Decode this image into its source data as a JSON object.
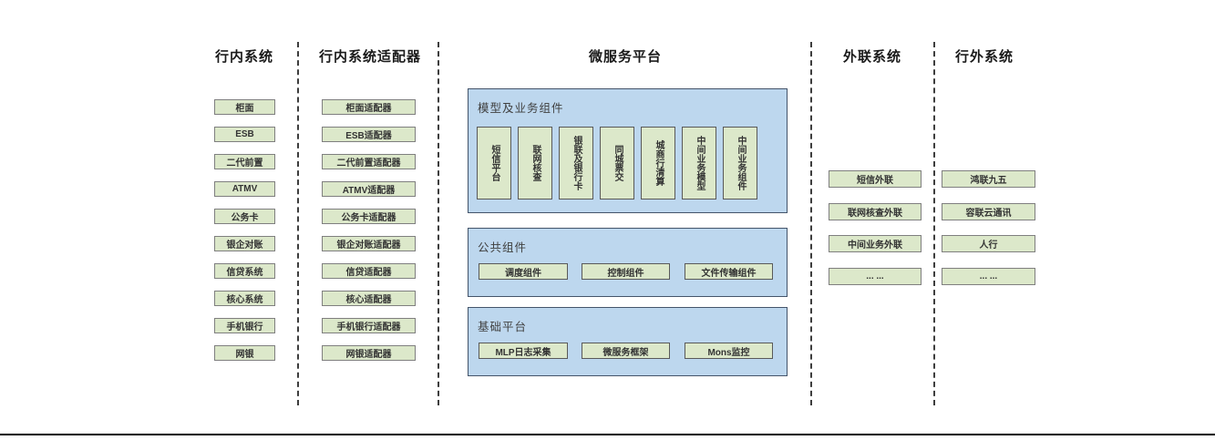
{
  "diagram": {
    "col_internal": {
      "title": "行内系统",
      "items": [
        "柜面",
        "ESB",
        "二代前置",
        "ATMV",
        "公务卡",
        "银企对账",
        "信贷系统",
        "核心系统",
        "手机银行",
        "网银"
      ]
    },
    "col_adapters": {
      "title": "行内系统适配器",
      "items": [
        "柜面适配器",
        "ESB适配器",
        "二代前置适配器",
        "ATMV适配器",
        "公务卡适配器",
        "银企对账适配器",
        "信贷适配器",
        "核心适配器",
        "手机银行适配器",
        "网银适配器"
      ]
    },
    "platform": {
      "title": "微服务平台",
      "model_section": {
        "title": "模型及业务组件",
        "items": [
          "短信平台",
          "联网核查",
          "银联及银行卡",
          "同城票交",
          "城商行清算",
          "中间业务模型",
          "中间业务组件"
        ]
      },
      "common_section": {
        "title": "公共组件",
        "items": [
          "调度组件",
          "控制组件",
          "文件传输组件"
        ]
      },
      "base_section": {
        "title": "基础平台",
        "items": [
          "MLP日志采集",
          "微服务框架",
          "Mons监控"
        ]
      }
    },
    "col_external_link": {
      "title": "外联系统",
      "items": [
        "短信外联",
        "联网核查外联",
        "中间业务外联",
        "... ..."
      ]
    },
    "col_outside": {
      "title": "行外系统",
      "items": [
        "鸿联九五",
        "容联云通讯",
        "人行",
        "... ..."
      ]
    }
  },
  "colors": {
    "green_box_fill": "#dce8ca",
    "green_box_border": "#7f7f7f",
    "panel_fill": "#bdd7ee",
    "panel_border": "#44546a",
    "text": "#333333",
    "header_text": "#1a1a1a",
    "dash_line": "#3d3d3d",
    "bottom_rule": "#000000"
  }
}
